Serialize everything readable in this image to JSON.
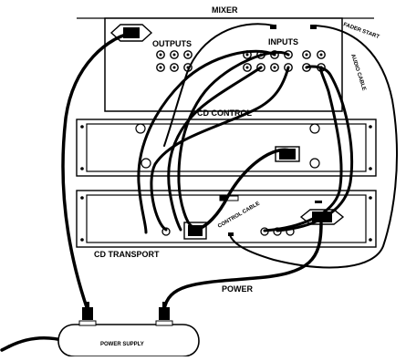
{
  "labels": {
    "mixer": "MIXER",
    "outputs": "OUTPUTS",
    "inputs": "INPUTS",
    "fader_start": "FADER START",
    "audio_cable": "AUDIO CABLE",
    "cd_control": "CD CONTROL",
    "control_cable": "CONTROL CABLE",
    "cd_transport": "CD TRANSPORT",
    "power": "POWER",
    "power_supply": "POWER SUPPLY"
  }
}
